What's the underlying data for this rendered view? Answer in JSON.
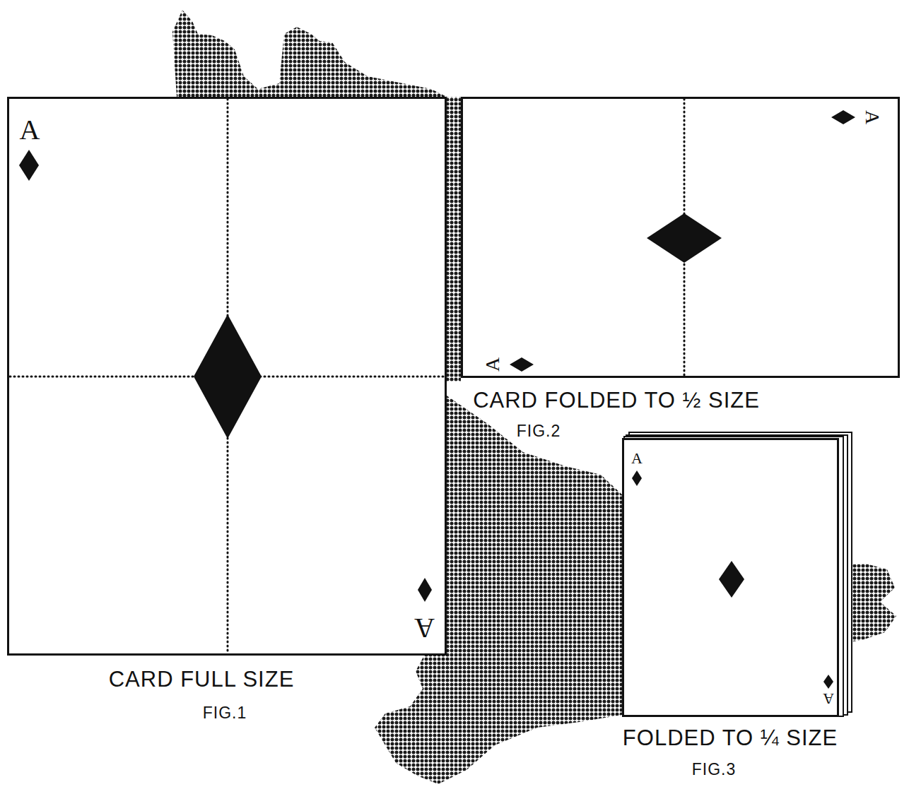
{
  "diagram": {
    "nodes": [
      {
        "text": [
          "A",
          "A"
        ]
      },
      {
        "text": [
          "A",
          "A"
        ]
      },
      {
        "text": [
          "A",
          "A"
        ]
      }
    ],
    "labels": [
      "CARD FULL SIZE",
      "FIG.1",
      "CARD FOLDED TO ½ SIZE",
      "FIG.2",
      "FOLDED TO ¼ SIZE",
      "FIG.3"
    ]
  }
}
